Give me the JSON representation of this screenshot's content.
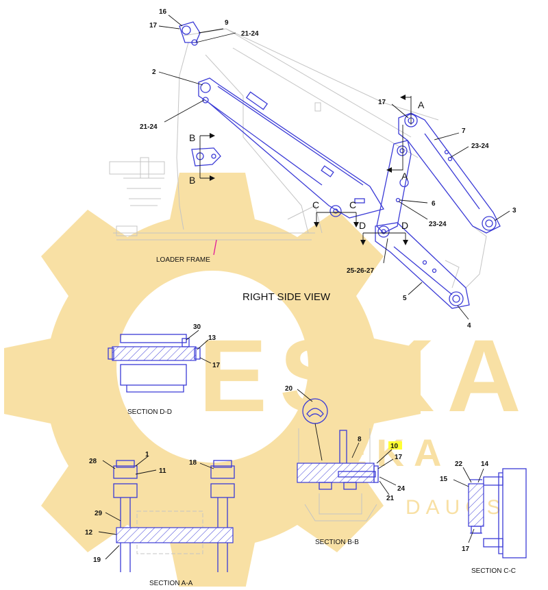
{
  "watermark": {
    "main": "ESKA",
    "sub": "TEKA",
    "small": "DAUGS",
    "color": "#f3c75a"
  },
  "view": {
    "title": "RIGHT SIDE VIEW",
    "frame_label": "LOADER FRAME"
  },
  "sections": {
    "a": "SECTION A-A",
    "b": "SECTION B-B",
    "c": "SECTION C-C",
    "d": "SECTION D-D"
  },
  "section_letters": {
    "a_top": "A",
    "a_bottom": "A",
    "b_top": "B",
    "b_bottom": "B",
    "c_left": "C",
    "c_right": "C",
    "d_left": "D",
    "d_right": "D"
  },
  "callouts": {
    "side": {
      "c16": "16",
      "c17a": "17",
      "c9": "9",
      "c21_24a": "21-24",
      "c2": "2",
      "c21_24b": "21-24",
      "c17b": "17",
      "c7": "7",
      "c23_24a": "23-24",
      "c6": "6",
      "c23_24b": "23-24",
      "c3": "3",
      "c25_26_27": "25-26-27",
      "c5": "5",
      "c4": "4"
    },
    "dd": {
      "c30": "30",
      "c13": "13",
      "c17": "17"
    },
    "aa": {
      "c28": "28",
      "c1": "1",
      "c11": "11",
      "c18": "18",
      "c29": "29",
      "c12": "12",
      "c19": "19"
    },
    "bb": {
      "c20": "20",
      "c8": "8",
      "c10": "10",
      "c17": "17",
      "c24": "24",
      "c21": "21"
    },
    "cc": {
      "c22": "22",
      "c14": "14",
      "c15": "15",
      "c17": "17"
    }
  },
  "colors": {
    "part_line": "#3a3ad6",
    "highlight": "#ffff33",
    "marker": "#e0189a"
  }
}
